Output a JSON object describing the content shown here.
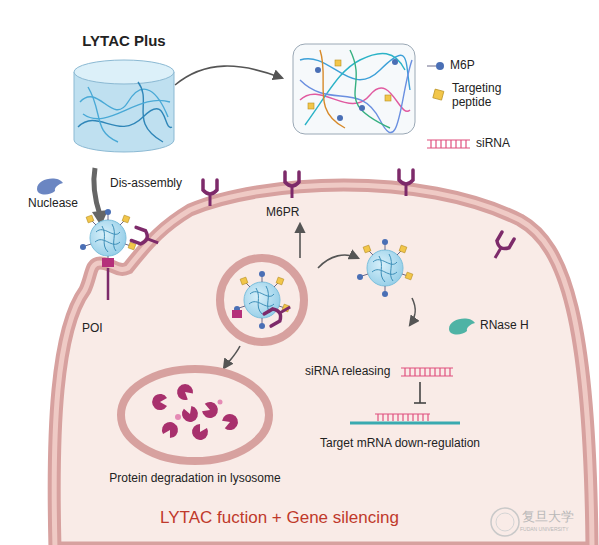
{
  "diagram": {
    "caption": "LYTAC fuction + Gene silencing",
    "nodes": [
      {
        "text": [
          "LYTAC Plus"
        ]
      },
      {
        "text": [
          "Protein degradation in lysosome"
        ]
      },
      {
        "text": [
          "siRNA releasing"
        ]
      },
      {
        "text": [
          "Target mRNA down-regulation"
        ]
      }
    ],
    "edges": [
      {
        "from": 2,
        "to": 3,
        "arrow": "none"
      }
    ],
    "labels": [
      "Nuclease",
      "Dis-assembly",
      "M6PR",
      "POI",
      "RNase H",
      "复旦大学",
      "FUDAN UNIVERSITY"
    ],
    "legend": [
      {
        "text": "M6P"
      },
      {
        "text": "Targeting peptide"
      },
      {
        "text": "siRNA"
      }
    ]
  }
}
